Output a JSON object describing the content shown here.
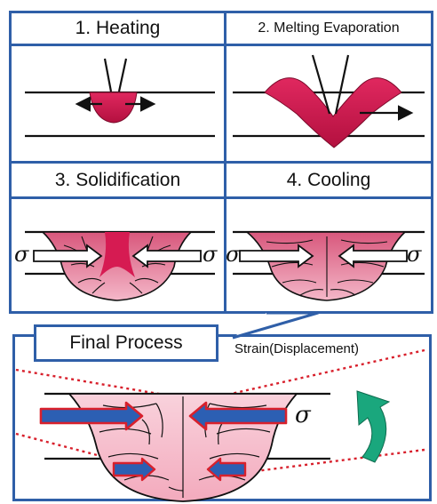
{
  "steps": {
    "heating": "1. Heating",
    "melting": "2. Melting Evaporation",
    "solidification": "3. Solidification",
    "cooling": "4. Cooling"
  },
  "final": {
    "title": "Final Process",
    "strain_label": "Strain(Displacement)",
    "sigma": "σ"
  },
  "stress": {
    "sigma_left": "σ",
    "sigma_right": "σ"
  },
  "colors": {
    "border": "#2f5fa8",
    "molten": "#d61b52",
    "weld_pink": "#f2a8bd",
    "stress_arrow": "#2c5fb3",
    "strain_arrow": "#1aa77d"
  }
}
